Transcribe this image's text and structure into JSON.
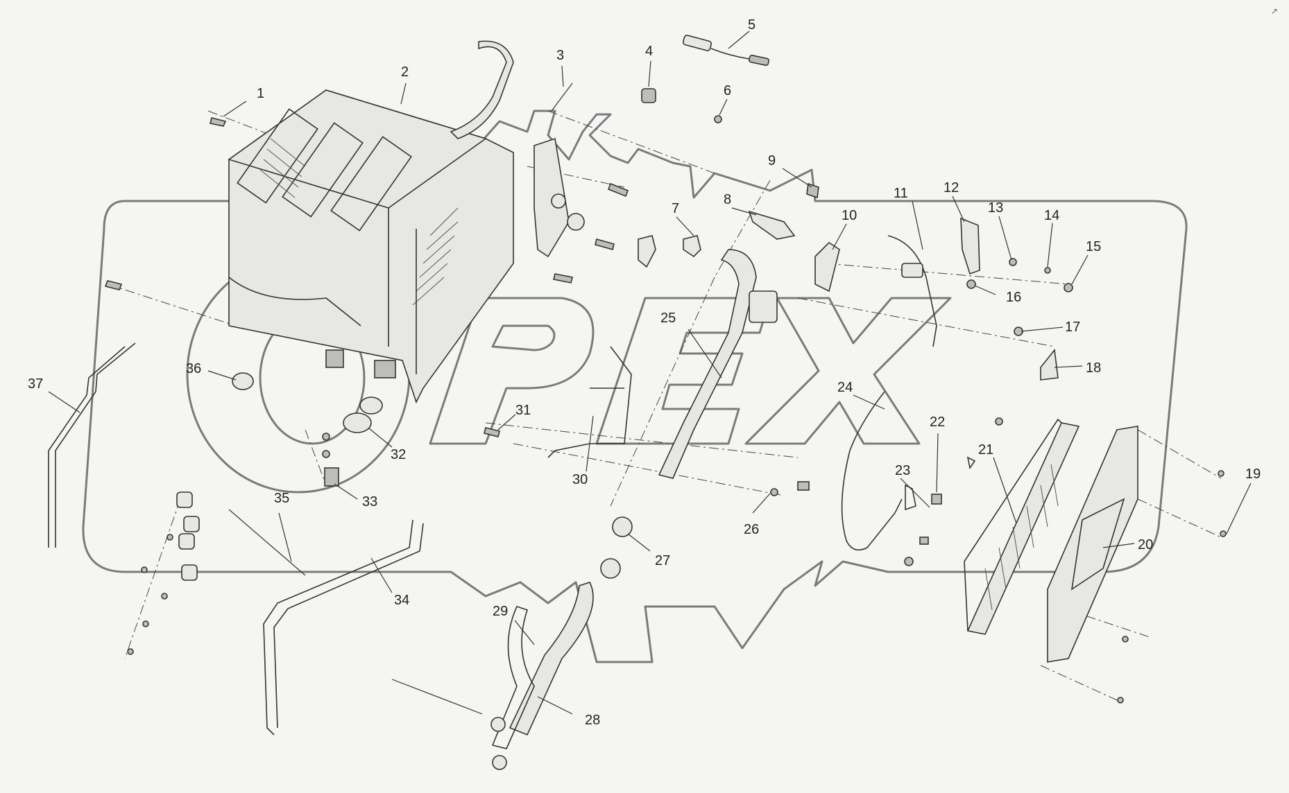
{
  "watermark": {
    "text": "OPEX"
  },
  "corner_mark": "↗",
  "callouts": [
    {
      "id": "1",
      "label": "1"
    },
    {
      "id": "2",
      "label": "2"
    },
    {
      "id": "3",
      "label": "3"
    },
    {
      "id": "4",
      "label": "4"
    },
    {
      "id": "5",
      "label": "5"
    },
    {
      "id": "6",
      "label": "6"
    },
    {
      "id": "7",
      "label": "7"
    },
    {
      "id": "8",
      "label": "8"
    },
    {
      "id": "9",
      "label": "9"
    },
    {
      "id": "10",
      "label": "10"
    },
    {
      "id": "11",
      "label": "11"
    },
    {
      "id": "12",
      "label": "12"
    },
    {
      "id": "13",
      "label": "13"
    },
    {
      "id": "14",
      "label": "14"
    },
    {
      "id": "15",
      "label": "15"
    },
    {
      "id": "16",
      "label": "16"
    },
    {
      "id": "17",
      "label": "17"
    },
    {
      "id": "18",
      "label": "18"
    },
    {
      "id": "19",
      "label": "19"
    },
    {
      "id": "20",
      "label": "20"
    },
    {
      "id": "21",
      "label": "21"
    },
    {
      "id": "22",
      "label": "22"
    },
    {
      "id": "23",
      "label": "23"
    },
    {
      "id": "24",
      "label": "24"
    },
    {
      "id": "25",
      "label": "25"
    },
    {
      "id": "26",
      "label": "26"
    },
    {
      "id": "27",
      "label": "27"
    },
    {
      "id": "28",
      "label": "28"
    },
    {
      "id": "29",
      "label": "29"
    },
    {
      "id": "30",
      "label": "30"
    },
    {
      "id": "31",
      "label": "31"
    },
    {
      "id": "32",
      "label": "32"
    },
    {
      "id": "33",
      "label": "33"
    },
    {
      "id": "34",
      "label": "34"
    },
    {
      "id": "35",
      "label": "35"
    },
    {
      "id": "36",
      "label": "36"
    },
    {
      "id": "37",
      "label": "37"
    }
  ]
}
